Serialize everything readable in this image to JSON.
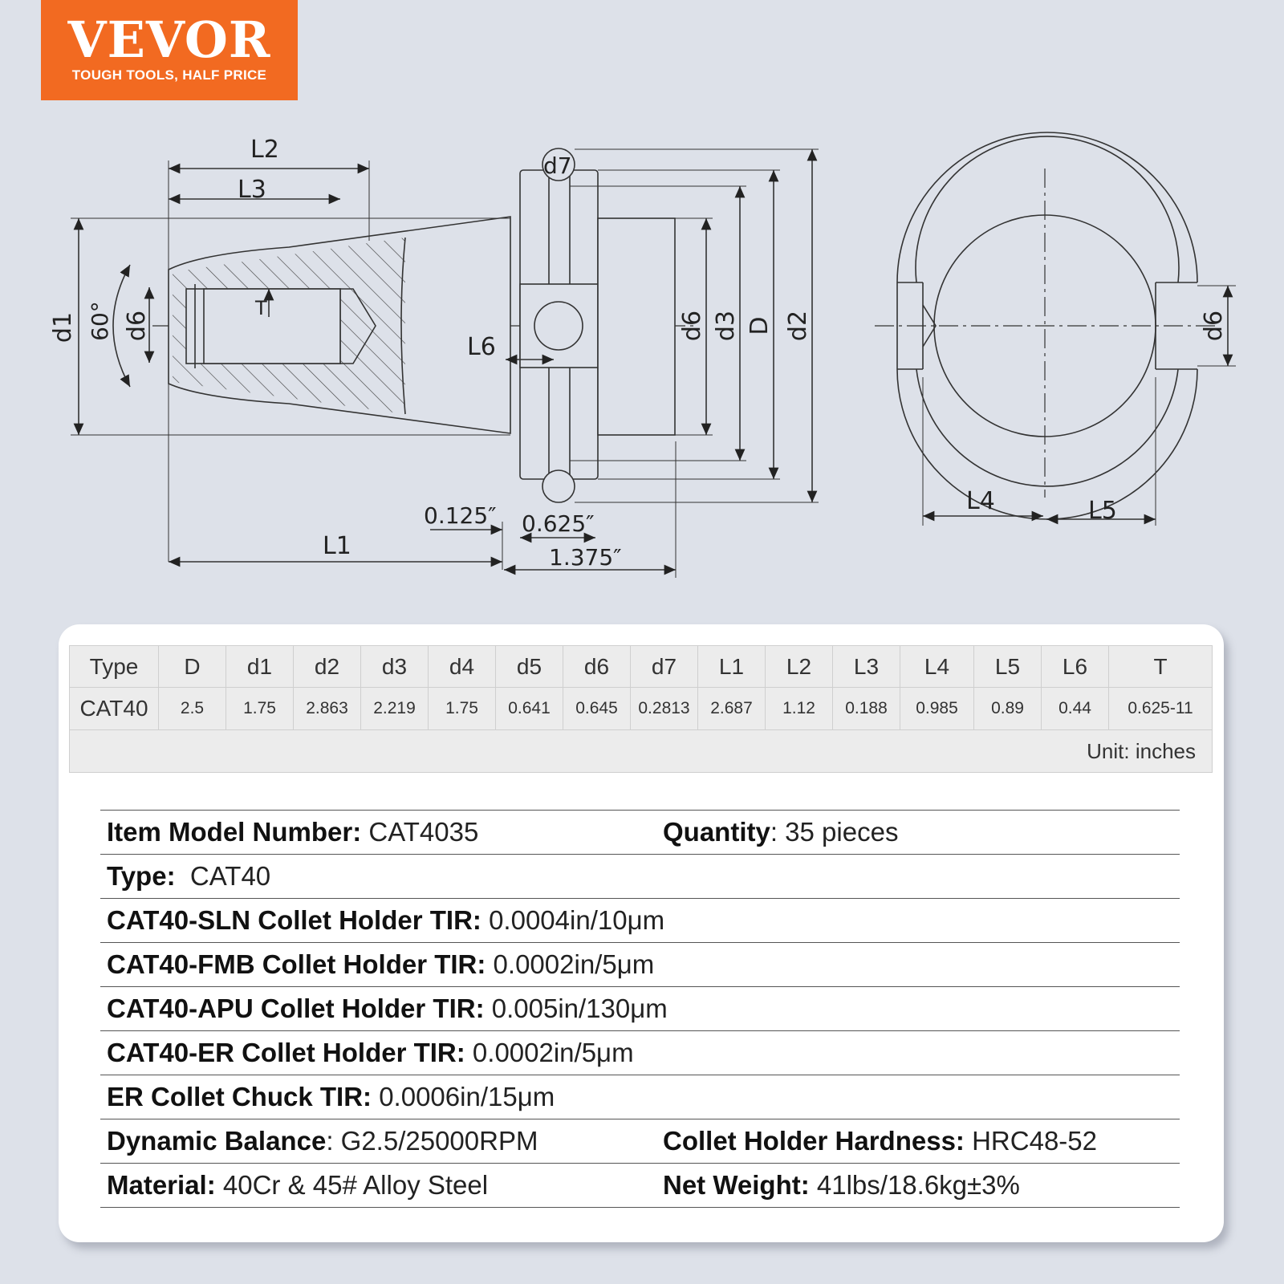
{
  "brand": {
    "name": "VEVOR",
    "tagline": "TOUGH TOOLS, HALF PRICE",
    "color": "#f26a21"
  },
  "diagram": {
    "labels": {
      "L2": "L2",
      "L3": "L3",
      "d1": "d1",
      "angle": "60°",
      "d6": "d6",
      "T": "T",
      "L6": "L6",
      "d7": "d7",
      "d3": "d3",
      "D": "D",
      "d2": "d2",
      "L1": "L1",
      "L4": "L4",
      "L5": "L5"
    },
    "dims": {
      "a": "0.125″",
      "b": "0.625″",
      "c": "1.375″"
    }
  },
  "table": {
    "headers": [
      "Type",
      "D",
      "d1",
      "d2",
      "d3",
      "d4",
      "d5",
      "d6",
      "d7",
      "L1",
      "L2",
      "L3",
      "L4",
      "L5",
      "L6",
      "T"
    ],
    "values": [
      "CAT40",
      "2.5",
      "1.75",
      "2.863",
      "2.219",
      "1.75",
      "0.641",
      "0.645",
      "0.2813",
      "2.687",
      "1.12",
      "0.188",
      "0.985",
      "0.89",
      "0.44",
      "0.625-11"
    ],
    "unit": "Unit: inches"
  },
  "specs": {
    "model_label": "Item Model Number:",
    "model_value": " CAT4035",
    "qty_label": "Quantity",
    "qty_value": ": 35 pieces",
    "type_label": "Type:",
    "type_value": "  CAT40",
    "sln_label": "CAT40-SLN Collet Holder TIR:",
    "sln_value": " 0.0004in/10μm",
    "fmb_label": "CAT40-FMB Collet Holder TIR:",
    "fmb_value": " 0.0002in/5μm",
    "apu_label": "CAT40-APU Collet Holder TIR:",
    "apu_value": " 0.005in/130μm",
    "er_label": "CAT40-ER Collet Holder TIR:",
    "er_value": " 0.0002in/5μm",
    "chuck_label": "ER Collet Chuck TIR:",
    "chuck_value": " 0.0006in/15μm",
    "balance_label": "Dynamic Balance",
    "balance_value": ": G2.5/25000RPM",
    "hardness_label": "Collet Holder Hardness:",
    "hardness_value": " HRC48-52",
    "material_label": "Material:",
    "material_value": " 40Cr & 45# Alloy Steel",
    "weight_label": "Net Weight:",
    "weight_value": " 41lbs/18.6kg±3%"
  }
}
